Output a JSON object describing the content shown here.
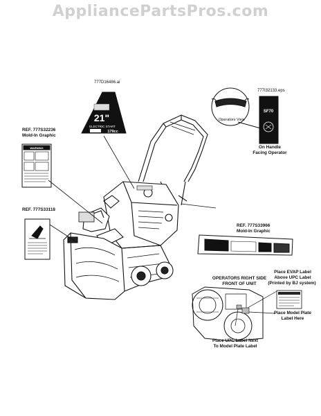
{
  "watermark": "AppliancePartsPros.com",
  "labels": {
    "top_decal_part": "777D16486.ai",
    "handle_decal_part": "777I32133.eps",
    "operators_view": "Operators View",
    "on_handle_line1": "On Handle",
    "on_handle_line2": "Facing Operator",
    "ref_left_top_line1": "REF. 777S32236",
    "ref_left_top_line2": "Mold-In Graphic",
    "ref_left_bottom": "REF. 777S33118",
    "ref_right_line1": "REF. 777S33966",
    "ref_right_line2": "Mold-In Graphic",
    "side_title_line1": "OPERATORS RIGHT SIDE",
    "side_title_line2": "FRONT OF UNIT",
    "evap_line1": "Place EVAP Label",
    "evap_line2": "Above UPC Label",
    "evap_line3": "(Printed by BJ system)",
    "model_plate_line1": "Place Model Plate",
    "model_plate_line2": "Label Here",
    "upc_line1": "Place UPC Label Next",
    "upc_line2": "To Model Plate Label"
  },
  "decal_text": {
    "size": "21\"",
    "engine": "179cc",
    "start": "ELECTRIC START",
    "warning": "WARNING",
    "handle_code": "SF70"
  }
}
